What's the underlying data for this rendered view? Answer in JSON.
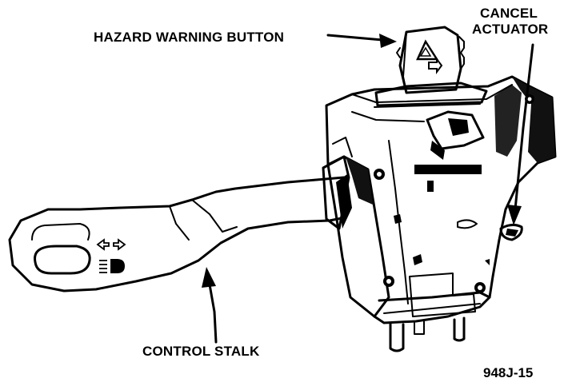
{
  "labels": {
    "hazard": "HAZARD WARNING BUTTON",
    "cancel_line1": "CANCEL",
    "cancel_line2": "ACTUATOR",
    "stalk": "CONTROL STALK"
  },
  "figure_id": "948J-15",
  "icons": {
    "turn_arrows": "turn-signal-arrows-icon",
    "headlamp": "headlamp-beam-icon",
    "hazard_triangle": "hazard-triangle-icon"
  },
  "colors": {
    "ink": "#000000",
    "paper": "#ffffff",
    "shade": "#1a1a1a"
  }
}
